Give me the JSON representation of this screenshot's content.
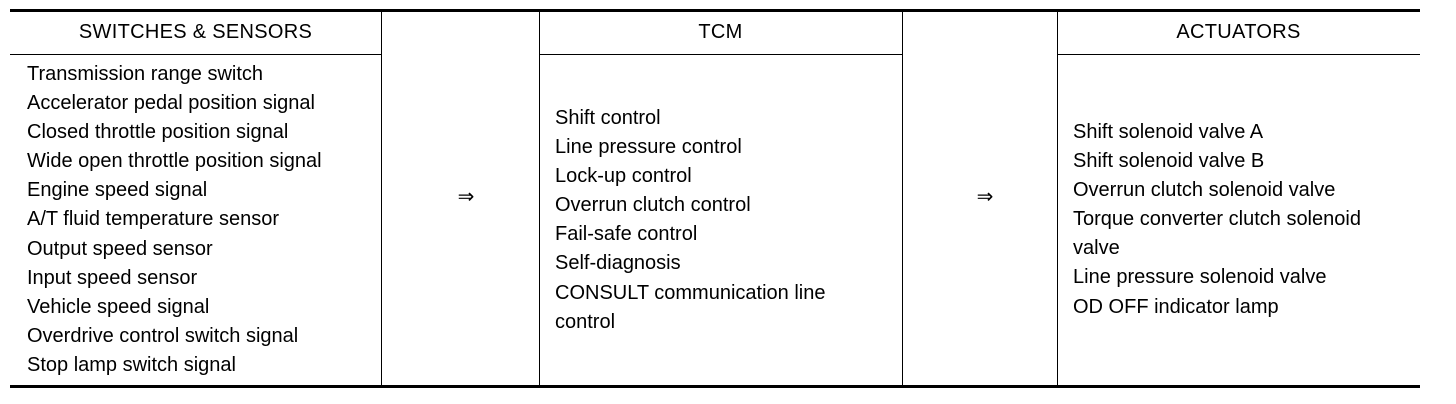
{
  "headers": {
    "switches": "SWITCHES & SENSORS",
    "tcm": "TCM",
    "actuators": "ACTUATORS"
  },
  "arrow": "⇒",
  "switches_sensors": [
    "Transmission range switch",
    "Accelerator pedal position signal",
    "Closed throttle position signal",
    "Wide open throttle position signal",
    "Engine speed signal",
    "A/T fluid temperature sensor",
    "Output speed sensor",
    "Input speed sensor",
    "Vehicle speed signal",
    "Overdrive control switch signal",
    "Stop lamp switch signal"
  ],
  "tcm_functions": [
    "Shift control",
    "Line pressure control",
    "Lock-up control",
    "Overrun clutch control",
    "Fail-safe control",
    "Self-diagnosis",
    "CONSULT communication line",
    "control"
  ],
  "actuators": [
    "Shift solenoid valve A",
    "Shift solenoid valve B",
    "Overrun clutch solenoid valve",
    "Torque converter clutch solenoid",
    "valve",
    "Line pressure solenoid valve",
    "OD OFF indicator lamp"
  ]
}
